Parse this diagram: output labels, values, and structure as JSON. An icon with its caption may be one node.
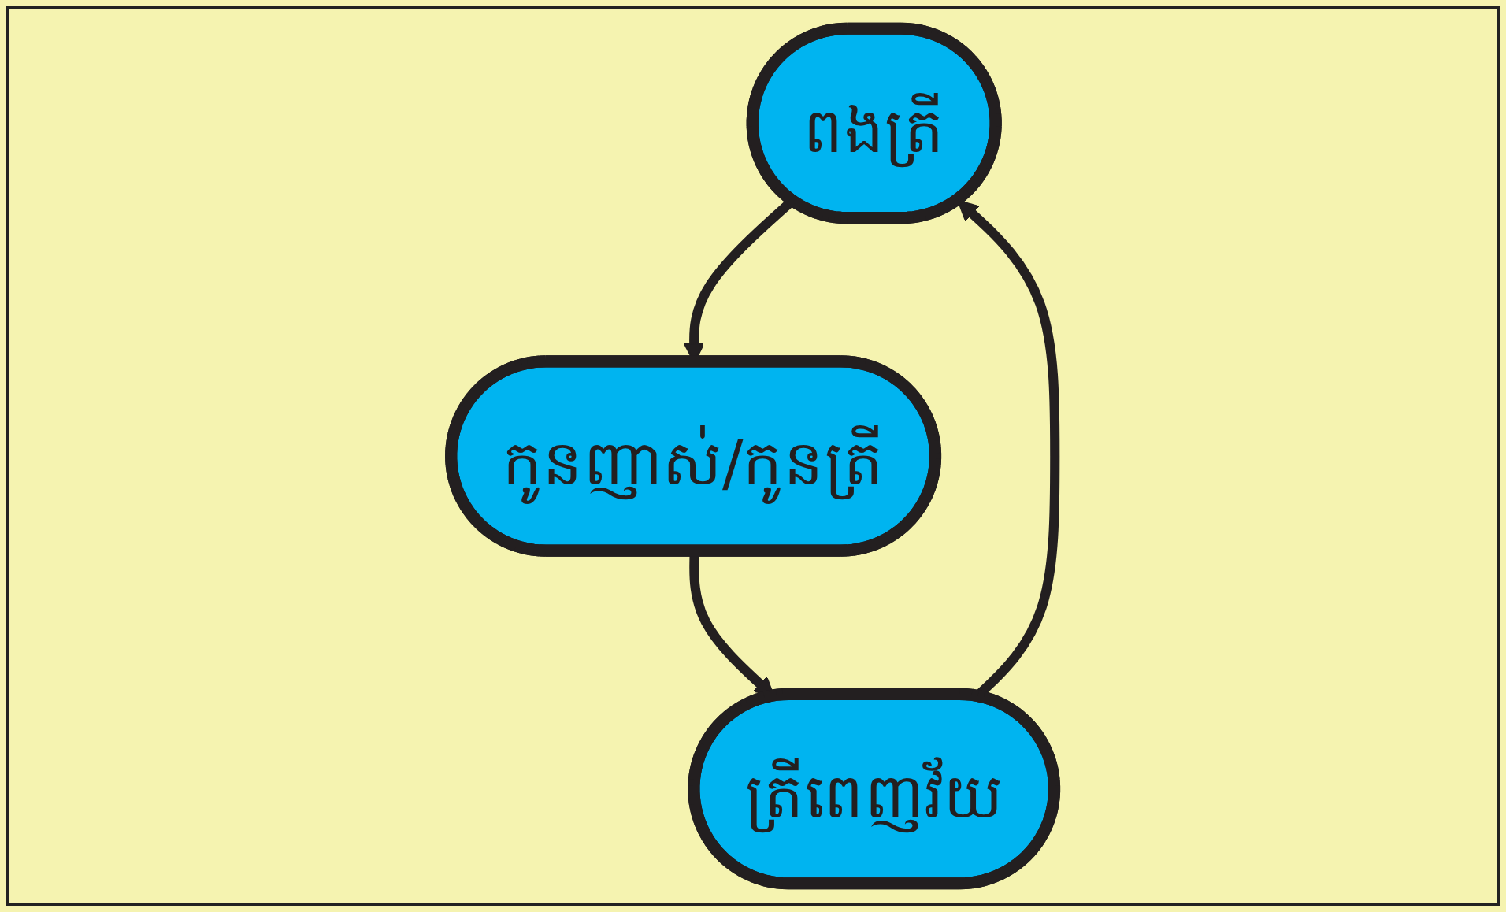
{
  "diagram": {
    "nodes": [
      {
        "text": [
          "ពងត្រី"
        ]
      },
      {
        "text": [
          "កូនញាស់/កូនត្រី"
        ]
      },
      {
        "text": [
          "ត្រីពេញវ័យ"
        ]
      }
    ],
    "edges": [
      {
        "from": 0,
        "to": 1,
        "arrow": "to"
      },
      {
        "from": 1,
        "to": 2,
        "arrow": "to"
      },
      {
        "from": 2,
        "to": 0,
        "arrow": "to"
      }
    ]
  }
}
